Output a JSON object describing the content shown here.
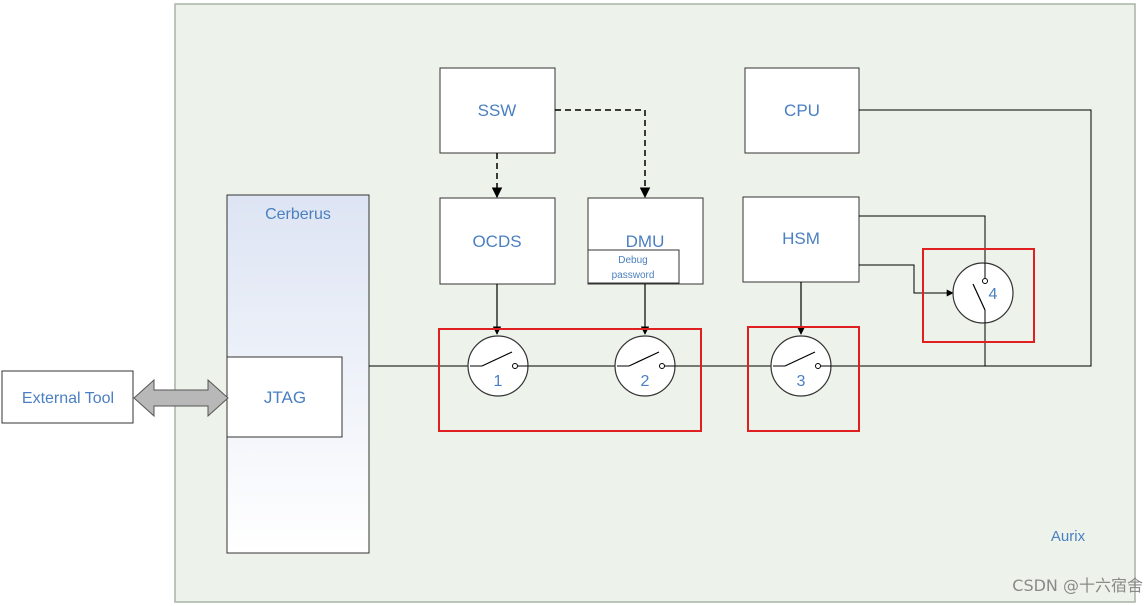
{
  "aurix": {
    "label": "Aurix"
  },
  "cerberus": {
    "label": "Cerberus"
  },
  "jtag": {
    "label": "JTAG"
  },
  "external_tool": {
    "label": "External Tool"
  },
  "ssw": {
    "label": "SSW"
  },
  "cpu": {
    "label": "CPU"
  },
  "ocds": {
    "label": "OCDS"
  },
  "dmu": {
    "label": "DMU",
    "debug_password_line1": "Debug",
    "debug_password_line2": "password"
  },
  "hsm": {
    "label": "HSM"
  },
  "switches": [
    {
      "label": "1"
    },
    {
      "label": "2"
    },
    {
      "label": "3"
    },
    {
      "label": "4"
    }
  ],
  "watermark": {
    "text": "CSDN @十六宿舍"
  },
  "colors": {
    "aurix_fill": "#edf3ea",
    "label_blue": "#4a7fc1",
    "highlight_red": "#e02020",
    "arrow_gray": "#b8b8b8"
  }
}
